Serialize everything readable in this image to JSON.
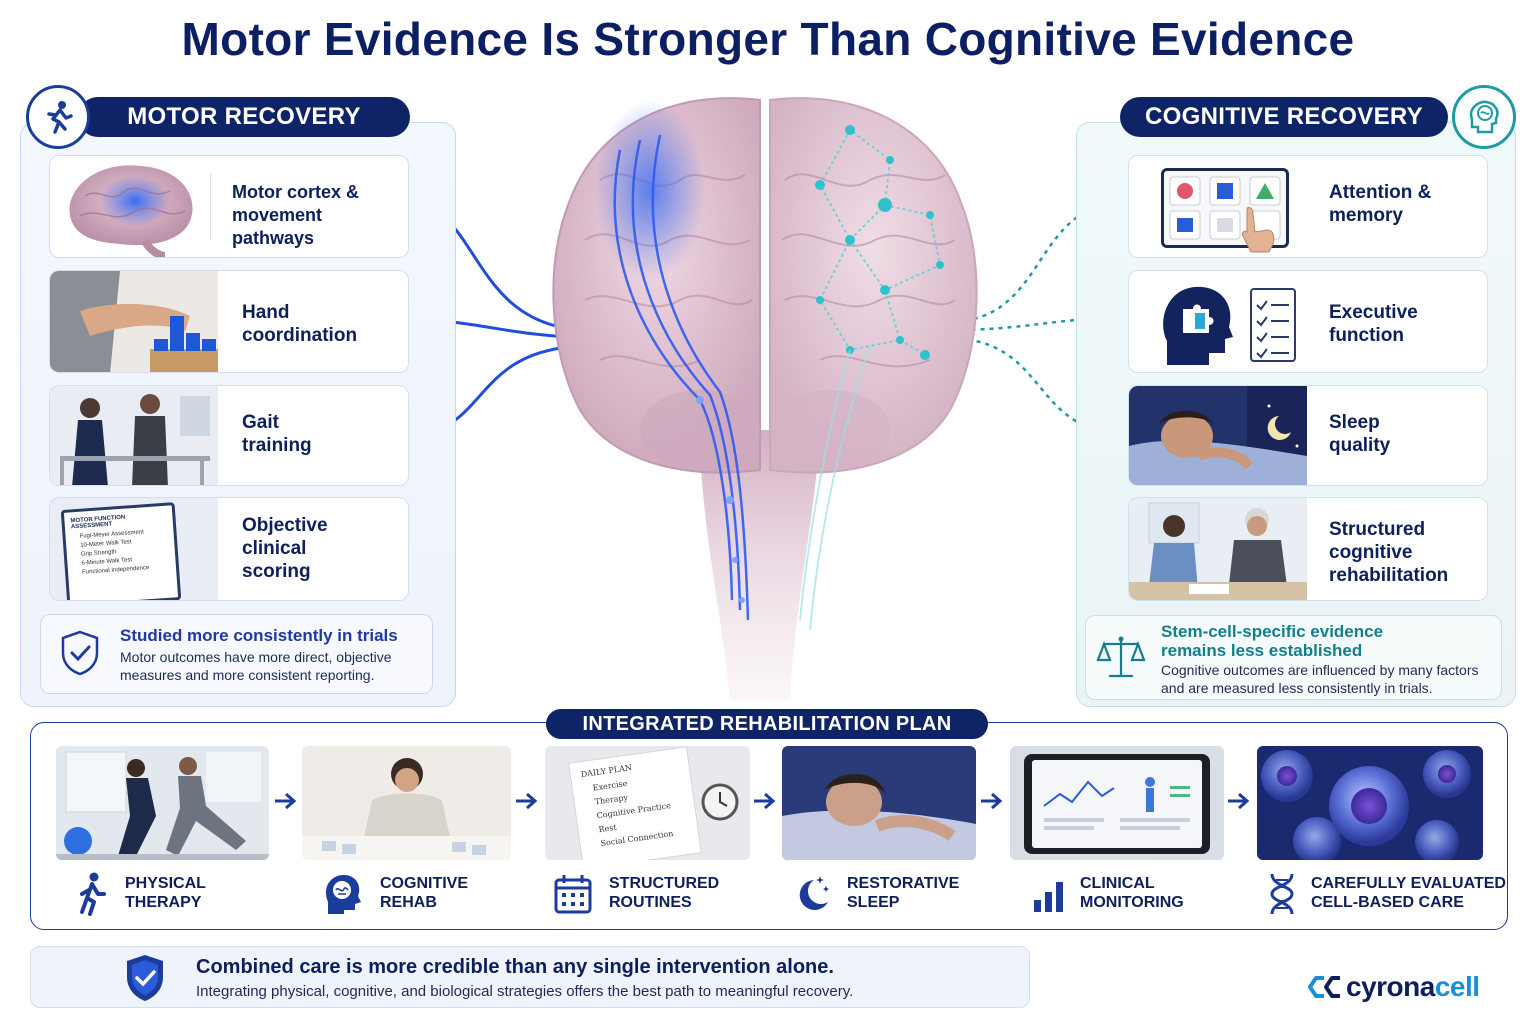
{
  "title": "Motor Evidence Is Stronger Than Cognitive Evidence",
  "motor": {
    "header": "MOTOR RECOVERY",
    "items": [
      {
        "label": "Motor cortex &\nmovement pathways"
      },
      {
        "label": "Hand\ncoordination"
      },
      {
        "label": "Gait\ntraining"
      },
      {
        "label": "Objective\nclinical\nscoring"
      }
    ],
    "assessment": {
      "heading": "MOTOR FUNCTION ASSESSMENT",
      "lines": [
        "Fugl-Meyer Assessment",
        "10-Meter Walk Test",
        "Grip Strength",
        "6-Minute Walk Test",
        "Functional Independence"
      ]
    },
    "note": {
      "title": "Studied more consistently in trials",
      "body": "Motor outcomes have more direct, objective\nmeasures and more consistent reporting."
    }
  },
  "cognitive": {
    "header": "COGNITIVE RECOVERY",
    "items": [
      {
        "label": "Attention &\nmemory"
      },
      {
        "label": "Executive\nfunction"
      },
      {
        "label": "Sleep\nquality"
      },
      {
        "label": "Structured\ncognitive\nrehabilitation"
      }
    ],
    "note": {
      "title": "Stem-cell-specific evidence\nremains less established",
      "body": "Cognitive outcomes are influenced by many factors\nand are measured less consistently in trials."
    }
  },
  "plan": {
    "header": "INTEGRATED REHABILITATION PLAN",
    "steps": [
      {
        "label": "PHYSICAL\nTHERAPY",
        "icon": "walking-person-icon"
      },
      {
        "label": "COGNITIVE\nREHAB",
        "icon": "head-brain-icon"
      },
      {
        "label": "STRUCTURED\nROUTINES",
        "icon": "calendar-icon"
      },
      {
        "label": "RESTORATIVE\nSLEEP",
        "icon": "moon-stars-icon"
      },
      {
        "label": "CLINICAL\nMONITORING",
        "icon": "bar-chart-icon"
      },
      {
        "label": "CAREFULLY EVALUATED\nCELL-BASED CARE",
        "icon": "dna-icon"
      }
    ],
    "daily_plan": {
      "heading": "DAILY PLAN",
      "lines": [
        "Exercise",
        "Therapy",
        "Cognitive Practice",
        "Rest",
        "Social Connection"
      ]
    }
  },
  "bottom_note": {
    "title": "Combined care is more credible than any single intervention alone.",
    "body": "Integrating physical, cognitive, and biological strategies offers the best path to meaningful recovery."
  },
  "logo": {
    "main": "cyrona",
    "accent": "cell"
  },
  "colors": {
    "navy": "#0f2367",
    "motor_blue": "#1d4ed8",
    "cognitive_teal": "#1d9aa5"
  }
}
